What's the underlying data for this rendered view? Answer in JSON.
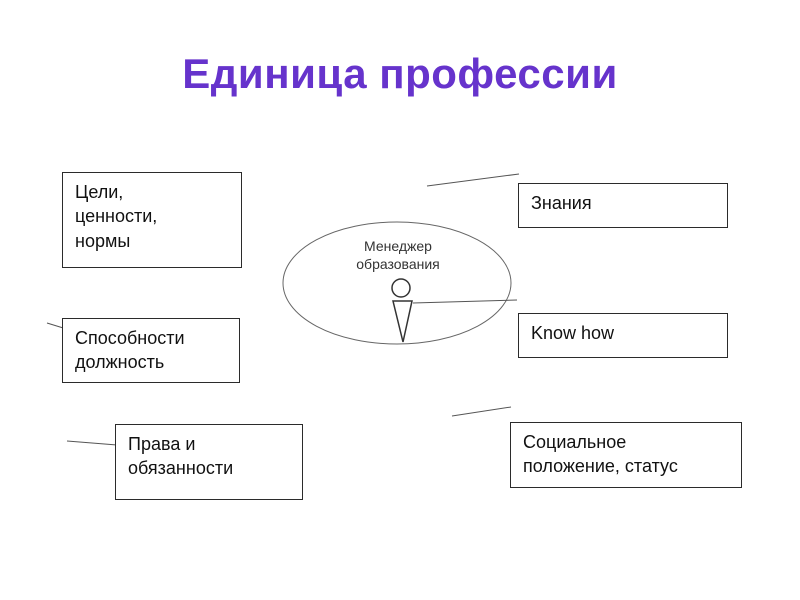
{
  "title": "Единица профессии",
  "ellipse": {
    "label": "Менеджер\nобразования"
  },
  "boxes": [
    {
      "id": "goals",
      "label": "Цели,\nценности,\nнормы"
    },
    {
      "id": "abilities",
      "label": "Способности\nдолжность"
    },
    {
      "id": "rights",
      "label": "Права и\nобязанности"
    },
    {
      "id": "knowledge",
      "label": "Знания"
    },
    {
      "id": "knowhow",
      "label": "Know how"
    },
    {
      "id": "status",
      "label": "Социальное\nположение, статус"
    }
  ],
  "colors": {
    "title": "#6633CC",
    "box_border": "#2b2b2b",
    "line": "#555555"
  }
}
